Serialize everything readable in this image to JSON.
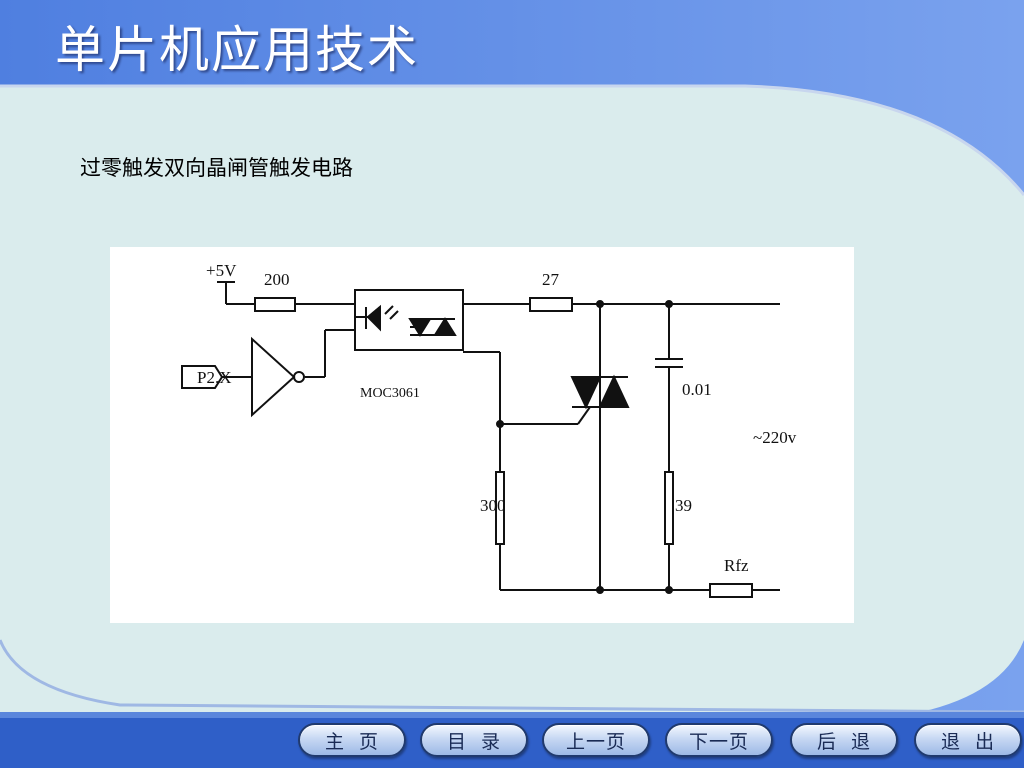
{
  "header": {
    "title": "单片机应用技术"
  },
  "content": {
    "subtitle": "过零触发双向晶闸管触发电路"
  },
  "circuit": {
    "supply_label": "+5V",
    "r1_label": "200",
    "r2_label": "27",
    "input_label": "P2.X",
    "optocoupler_label": "MOC3061",
    "capacitor_label": "0.01",
    "mains_label": "~220v",
    "r3_label": "300",
    "r4_label": "39",
    "load_label": "Rfz"
  },
  "nav": {
    "home": "主  页",
    "contents": "目  录",
    "prev": "上一页",
    "next": "下一页",
    "back": "后  退",
    "exit": "退  出"
  }
}
